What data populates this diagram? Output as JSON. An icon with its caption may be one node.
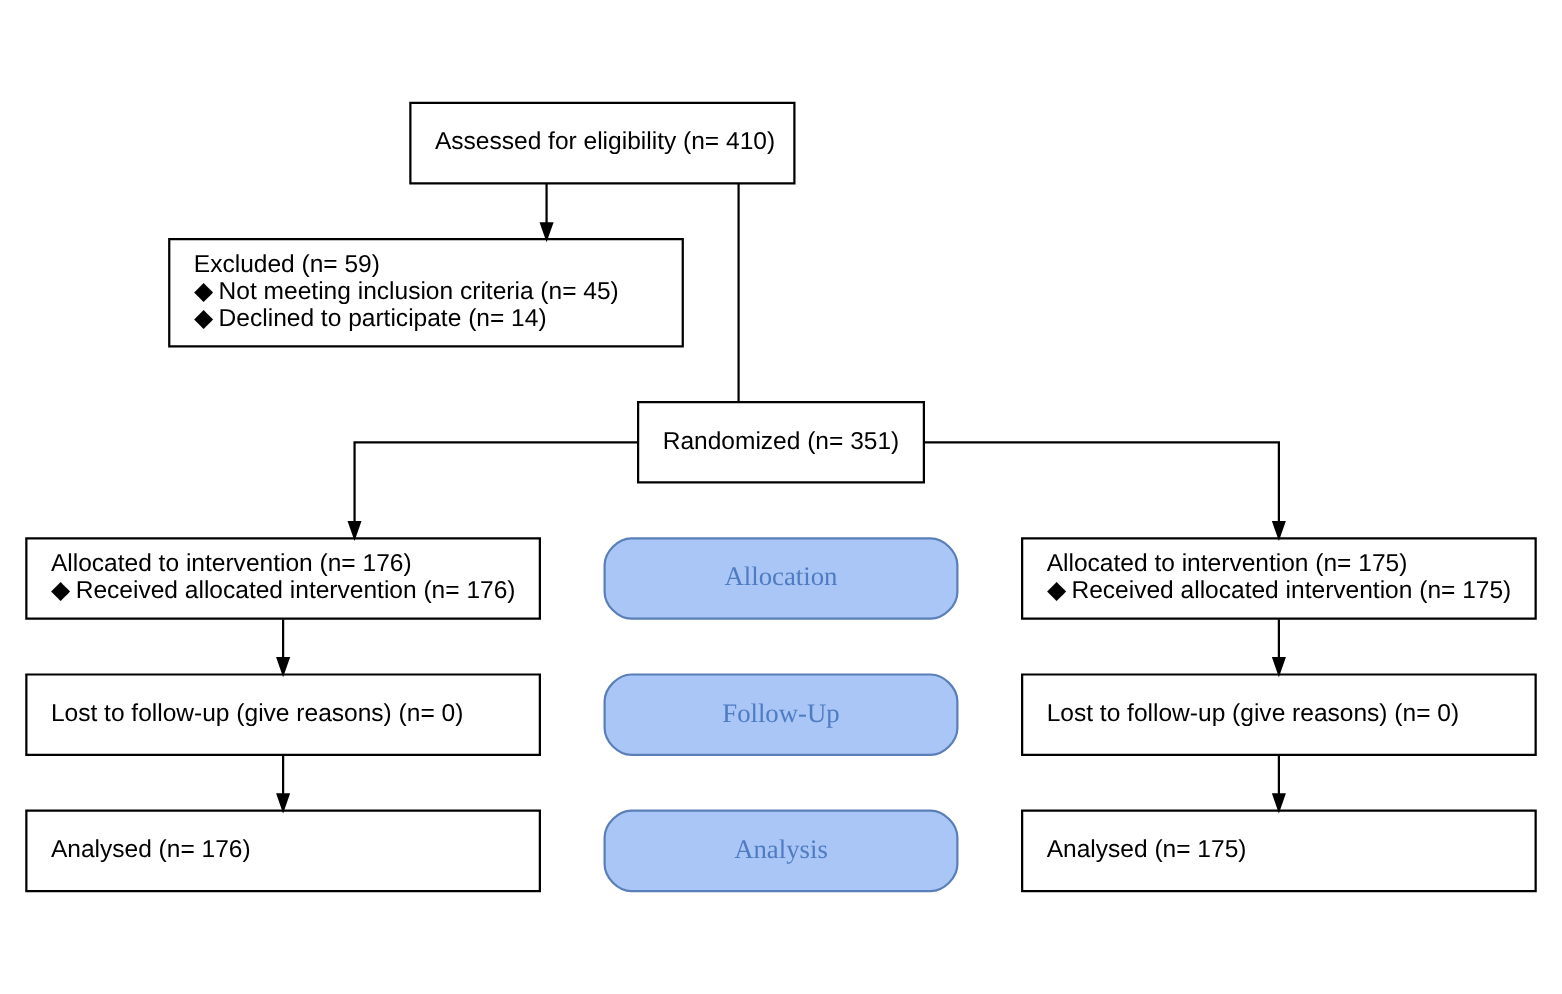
{
  "diagram": {
    "nodes": [
      {
        "text": [
          "Assessed for eligibility (n= 410)"
        ]
      },
      {
        "text": [
          "Excluded (n= 59)",
          "◆ Not meeting inclusion criteria (n= 45)",
          "◆ Declined to participate (n= 14)"
        ]
      },
      {
        "text": [
          "Randomized (n= 351)"
        ]
      },
      {
        "text": [
          "Allocation"
        ]
      },
      {
        "text": [
          "Allocated to intervention (n= 176)",
          "◆ Received allocated intervention (n= 176)"
        ]
      },
      {
        "text": [
          "Allocated to intervention (n= 175)",
          "◆ Received allocated intervention (n= 175)"
        ]
      },
      {
        "text": [
          "Follow-Up"
        ]
      },
      {
        "text": [
          "Lost to follow-up (give reasons) (n= 0)"
        ]
      },
      {
        "text": [
          "Lost to follow-up (give reasons) (n= 0)"
        ]
      },
      {
        "text": [
          "Analysis"
        ]
      },
      {
        "text": [
          "Analysed (n= 176)"
        ]
      },
      {
        "text": [
          "Analysed (n= 175)"
        ]
      }
    ],
    "edges": [
      {
        "from": 0,
        "to": 1,
        "arrow": "to"
      },
      {
        "from": 0,
        "to": 2,
        "arrow": "none"
      },
      {
        "from": 2,
        "to": 4,
        "arrow": "to"
      },
      {
        "from": 2,
        "to": 5,
        "arrow": "to"
      },
      {
        "from": 4,
        "to": 7,
        "arrow": "to"
      },
      {
        "from": 5,
        "to": 8,
        "arrow": "to"
      },
      {
        "from": 7,
        "to": 10,
        "arrow": "to"
      },
      {
        "from": 8,
        "to": 11,
        "arrow": "to"
      }
    ]
  }
}
